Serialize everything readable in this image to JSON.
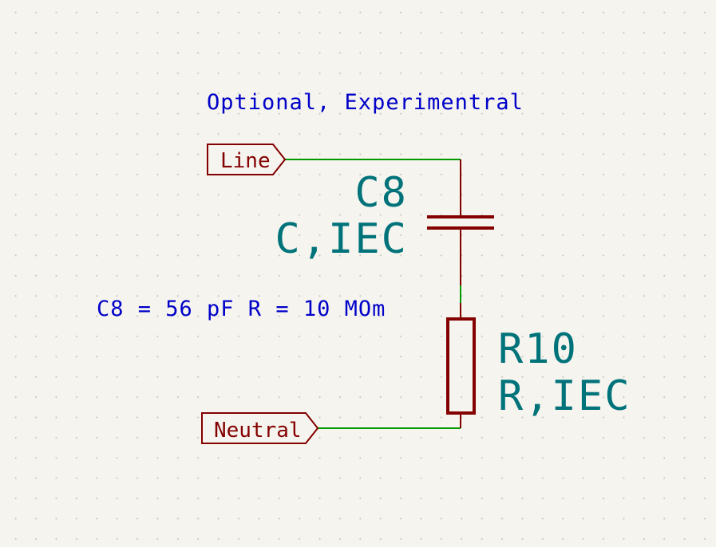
{
  "schematic": {
    "note_top": "Optional, Experimentral",
    "note_values": "C8 = 56 pF R = 10 MOm",
    "labels": {
      "line": "Line",
      "neutral": "Neutral"
    },
    "capacitor": {
      "reference": "C8",
      "value": "C,IEC"
    },
    "resistor": {
      "reference": "R10",
      "value": "R,IEC"
    },
    "colors": {
      "wire": "#009900",
      "component": "#840000",
      "reference_text": "#00737a",
      "note_text": "#0000c8",
      "label_fill": "#f5f4ef",
      "background": "#f5f4ef"
    }
  }
}
